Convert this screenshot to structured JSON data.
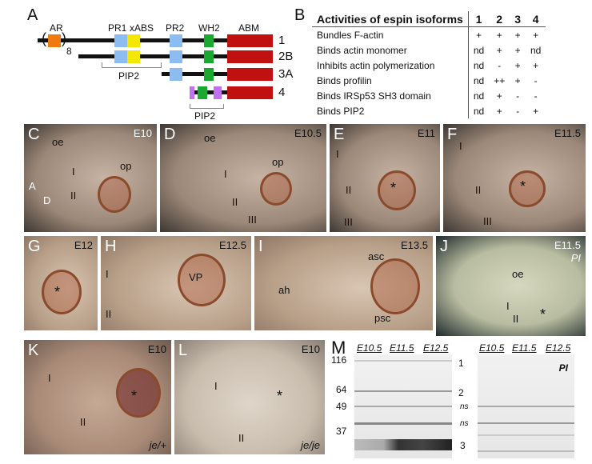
{
  "panel_labels": {
    "A": "A",
    "B": "B",
    "C": "C",
    "D": "D",
    "E": "E",
    "F": "F",
    "G": "G",
    "H": "H",
    "I": "I",
    "J": "J",
    "K": "K",
    "L": "L",
    "M": "M"
  },
  "diagram": {
    "domains": [
      "AR",
      "PR1",
      "xABS",
      "PR2",
      "WH2",
      "ABM"
    ],
    "repeat": "8",
    "paren_open": "(",
    "paren_close": ")",
    "isoforms": [
      "1",
      "2B",
      "3A",
      "4"
    ],
    "pip2_a": "PIP2",
    "pip2_b": "PIP2"
  },
  "table": {
    "header": [
      "Activities of espin isoforms",
      "1",
      "2",
      "3",
      "4"
    ],
    "rows": [
      [
        "Bundles F-actin",
        "+",
        "+",
        "+",
        "+"
      ],
      [
        "Binds actin monomer",
        "nd",
        "+",
        "+",
        "nd"
      ],
      [
        "Inhibits actin polymerization",
        "nd",
        "-",
        "+",
        "+"
      ],
      [
        "Binds profilin",
        "nd",
        "++",
        "+",
        "-"
      ],
      [
        "Binds IRSp53 SH3 domain",
        "nd",
        "+",
        "-",
        "-"
      ],
      [
        "Binds PIP2",
        "nd",
        "+",
        "-",
        "+"
      ]
    ]
  },
  "photos": {
    "C": {
      "stage": "E10",
      "labels": [
        "oe",
        "I",
        "II",
        "op"
      ],
      "axis": [
        "A",
        "D"
      ]
    },
    "D": {
      "stage": "E10.5",
      "labels": [
        "oe",
        "I",
        "II",
        "III",
        "op"
      ]
    },
    "E": {
      "stage": "E11",
      "labels": [
        "I",
        "II",
        "III",
        "*"
      ]
    },
    "F": {
      "stage": "E11.5",
      "labels": [
        "I",
        "II",
        "III",
        "*"
      ]
    },
    "G": {
      "stage": "E12",
      "labels": [
        "*"
      ]
    },
    "H": {
      "stage": "E12.5",
      "labels": [
        "I",
        "II",
        "VP"
      ]
    },
    "I": {
      "stage": "E13.5",
      "labels": [
        "ah",
        "asc",
        "psc"
      ]
    },
    "J": {
      "stage": "E11.5",
      "pi": "PI",
      "labels": [
        "oe",
        "I",
        "II",
        "*"
      ]
    },
    "K": {
      "stage": "E10",
      "genotype": "je/+",
      "labels": [
        "I",
        "II",
        "*"
      ]
    },
    "L": {
      "stage": "E10",
      "genotype": "je/je",
      "labels": [
        "I",
        "II",
        "*"
      ]
    }
  },
  "gel": {
    "markers": [
      "116",
      "64",
      "49",
      "37"
    ],
    "lanes": [
      "E10.5",
      "E11.5",
      "E12.5"
    ],
    "bands": [
      "1",
      "2",
      "ns",
      "ns",
      "3"
    ],
    "pi": "PI"
  }
}
